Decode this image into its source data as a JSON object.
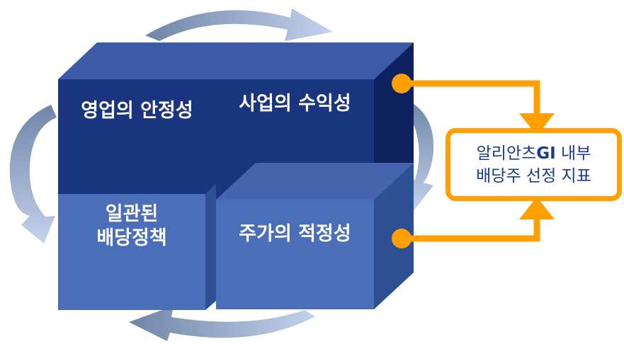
{
  "blocks": {
    "top_left": "영업의 안정성",
    "top_right": "사업의 수익성",
    "bottom_left_line1": "일관된",
    "bottom_left_line2": "배당정책",
    "bottom_right": "주가의 적정성"
  },
  "target": {
    "line1_prefix": "알리안츠",
    "line1_brand": "GI",
    "line1_suffix": " 내부",
    "line2": "배당주 선정 지표"
  },
  "colors": {
    "dark_block": "#1a3580",
    "light_block": "#4a6fb8",
    "connector": "#ffa000",
    "cycle_arrow": "#9fb3d6",
    "target_text": "#1a3a8c"
  }
}
